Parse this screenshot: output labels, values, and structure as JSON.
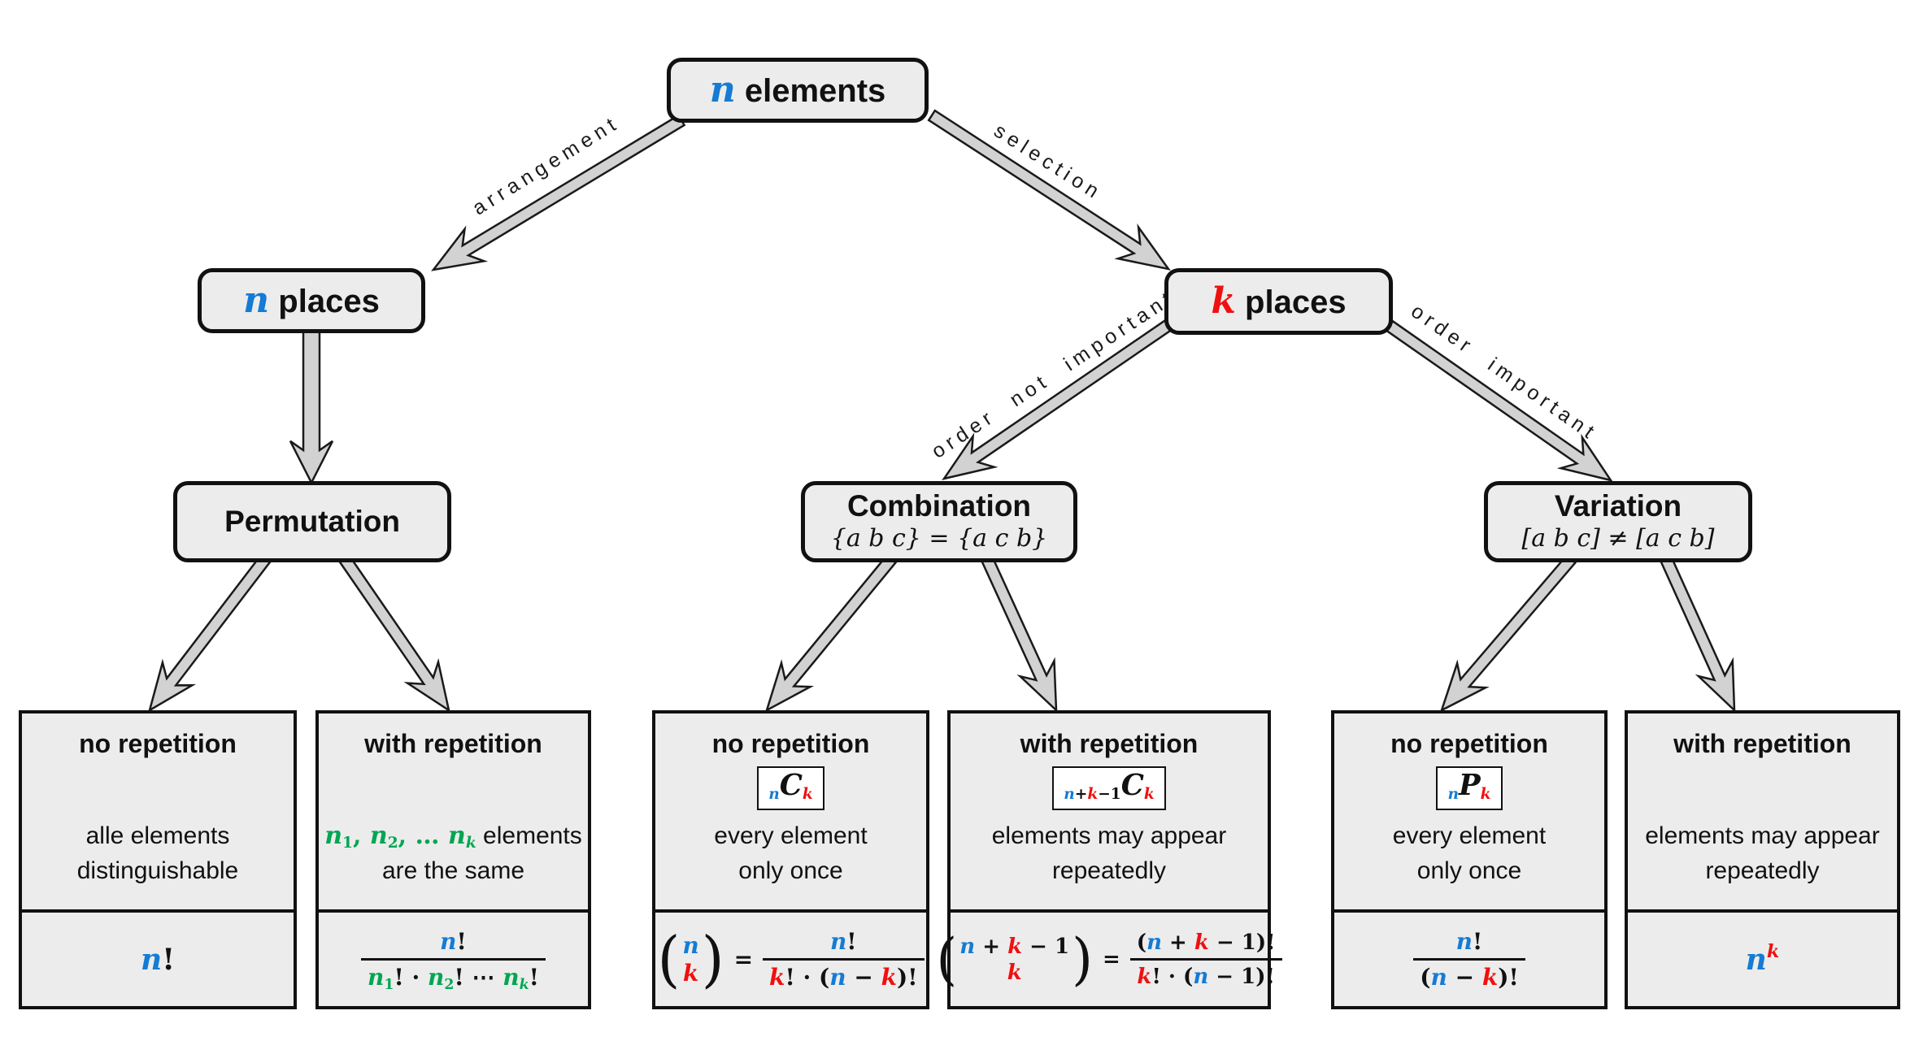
{
  "colors": {
    "blue": "#157bd4",
    "red": "#f0100f",
    "green": "#00a651",
    "text": "#111111",
    "box_fill": "#ececec",
    "box_border": "#111111",
    "arrow_fill": "#d2d2d2",
    "arrow_stroke": "#1a1a1a",
    "notation_bg": "#ffffff",
    "canvas_bg": "#ffffff"
  },
  "nodes": {
    "root": {
      "tokens": [
        {
          "t": "n",
          "c": "blue",
          "v": "it"
        },
        {
          "t": " elements",
          "c": "black",
          "v": "sans"
        }
      ]
    },
    "n_places": {
      "tokens": [
        {
          "t": "n",
          "c": "blue",
          "v": "it"
        },
        {
          "t": " places",
          "c": "black",
          "v": "sans"
        }
      ]
    },
    "k_places": {
      "tokens": [
        {
          "t": "k",
          "c": "red",
          "v": "it"
        },
        {
          "t": " places",
          "c": "black",
          "v": "sans"
        }
      ]
    },
    "permutation": {
      "title": "Permutation"
    },
    "combination": {
      "title": "Combination",
      "subtitle": "{a b c} = {a c b}"
    },
    "variation": {
      "title": "Variation",
      "subtitle": "[a b c] ≠ [a c b]"
    }
  },
  "edge_labels": {
    "arrangement": "arrangement",
    "selection": "selection",
    "order_not_important": "order not important",
    "order_important": "order important"
  },
  "leaves": [
    {
      "header": "no repetition",
      "desc": [
        "alle elements",
        "distinguishable"
      ],
      "formula_plain": [
        {
          "t": "n",
          "c": "blue",
          "v": "it"
        },
        {
          "t": "!",
          "c": "black",
          "v": "up"
        }
      ]
    },
    {
      "header": "with repetition",
      "desc_rich": [
        {
          "t": "n",
          "c": "green",
          "v": "it"
        },
        {
          "t": "1",
          "c": "green",
          "v": "up",
          "p": "sub"
        },
        {
          "t": ", ",
          "c": "green",
          "v": "up"
        },
        {
          "t": "n",
          "c": "green",
          "v": "it"
        },
        {
          "t": "2",
          "c": "green",
          "v": "up",
          "p": "sub"
        },
        {
          "t": ", … ",
          "c": "green",
          "v": "up"
        },
        {
          "t": "n",
          "c": "green",
          "v": "it"
        },
        {
          "t": "k",
          "c": "green",
          "v": "it",
          "p": "sub"
        },
        {
          "t": " elements",
          "c": "black",
          "v": "sans-reg"
        }
      ],
      "desc2": "are the same",
      "frac": {
        "num": [
          {
            "t": "n",
            "c": "blue",
            "v": "it"
          },
          {
            "t": "!",
            "c": "black",
            "v": "up"
          }
        ],
        "den": [
          {
            "t": "n",
            "c": "green",
            "v": "it"
          },
          {
            "t": "1",
            "c": "green",
            "v": "up",
            "p": "sub"
          },
          {
            "t": "! · ",
            "c": "black",
            "v": "up"
          },
          {
            "t": "n",
            "c": "green",
            "v": "it"
          },
          {
            "t": "2",
            "c": "green",
            "v": "up",
            "p": "sub"
          },
          {
            "t": "! ⋯ ",
            "c": "black",
            "v": "up"
          },
          {
            "t": "n",
            "c": "green",
            "v": "it"
          },
          {
            "t": "k",
            "c": "green",
            "v": "it",
            "p": "sub"
          },
          {
            "t": "!",
            "c": "black",
            "v": "up"
          }
        ]
      }
    },
    {
      "header": "no repetition",
      "notation": [
        {
          "t": "n",
          "c": "blue",
          "v": "it",
          "p": "sub"
        },
        {
          "t": "C",
          "c": "black",
          "v": "it"
        },
        {
          "t": "k",
          "c": "red",
          "v": "it",
          "p": "sub"
        }
      ],
      "desc": [
        "every element",
        "only once"
      ],
      "binom": {
        "lparen": "(",
        "top": [
          {
            "t": "n",
            "c": "blue",
            "v": "it"
          }
        ],
        "bot": [
          {
            "t": "k",
            "c": "red",
            "v": "it"
          }
        ],
        "rparen": ")"
      },
      "eq": "=",
      "frac": {
        "num": [
          {
            "t": "n",
            "c": "blue",
            "v": "it"
          },
          {
            "t": "!",
            "c": "black",
            "v": "up"
          }
        ],
        "den": [
          {
            "t": "k",
            "c": "red",
            "v": "it"
          },
          {
            "t": "! · (",
            "c": "black",
            "v": "up"
          },
          {
            "t": "n",
            "c": "blue",
            "v": "it"
          },
          {
            "t": " − ",
            "c": "black",
            "v": "up"
          },
          {
            "t": "k",
            "c": "red",
            "v": "it"
          },
          {
            "t": ")!",
            "c": "black",
            "v": "up"
          }
        ]
      }
    },
    {
      "header": "with repetition",
      "notation": [
        {
          "t": "n",
          "c": "blue",
          "v": "it",
          "p": "sub"
        },
        {
          "t": "+",
          "c": "black",
          "v": "up",
          "p": "sub"
        },
        {
          "t": "k",
          "c": "red",
          "v": "it",
          "p": "sub"
        },
        {
          "t": "−1",
          "c": "black",
          "v": "up",
          "p": "sub"
        },
        {
          "t": "C",
          "c": "black",
          "v": "it"
        },
        {
          "t": "k",
          "c": "red",
          "v": "it",
          "p": "sub"
        }
      ],
      "desc": [
        "elements may appear",
        "repeatedly"
      ],
      "binom": {
        "lparen": "(",
        "top": [
          {
            "t": "n",
            "c": "blue",
            "v": "it"
          },
          {
            "t": " + ",
            "c": "black",
            "v": "up"
          },
          {
            "t": "k",
            "c": "red",
            "v": "it"
          },
          {
            "t": " − 1",
            "c": "black",
            "v": "up"
          }
        ],
        "bot": [
          {
            "t": "k",
            "c": "red",
            "v": "it"
          }
        ],
        "rparen": ")"
      },
      "eq": "=",
      "frac": {
        "num": [
          {
            "t": "(",
            "c": "black",
            "v": "up"
          },
          {
            "t": "n",
            "c": "blue",
            "v": "it"
          },
          {
            "t": " + ",
            "c": "black",
            "v": "up"
          },
          {
            "t": "k",
            "c": "red",
            "v": "it"
          },
          {
            "t": " − 1",
            "c": "black",
            "v": "up"
          },
          {
            "t": ")!",
            "c": "black",
            "v": "up"
          }
        ],
        "den": [
          {
            "t": "k",
            "c": "red",
            "v": "it"
          },
          {
            "t": "! · (",
            "c": "black",
            "v": "up"
          },
          {
            "t": "n",
            "c": "blue",
            "v": "it"
          },
          {
            "t": " − 1",
            "c": "black",
            "v": "up"
          },
          {
            "t": ")!",
            "c": "black",
            "v": "up"
          }
        ]
      }
    },
    {
      "header": "no repetition",
      "notation": [
        {
          "t": "n",
          "c": "blue",
          "v": "it",
          "p": "sub"
        },
        {
          "t": "P",
          "c": "black",
          "v": "it"
        },
        {
          "t": "k",
          "c": "red",
          "v": "it",
          "p": "sub"
        }
      ],
      "desc": [
        "every element",
        "only once"
      ],
      "frac": {
        "num": [
          {
            "t": "n",
            "c": "blue",
            "v": "it"
          },
          {
            "t": "!",
            "c": "black",
            "v": "up"
          }
        ],
        "den": [
          {
            "t": "(",
            "c": "black",
            "v": "up"
          },
          {
            "t": "n",
            "c": "blue",
            "v": "it"
          },
          {
            "t": " − ",
            "c": "black",
            "v": "up"
          },
          {
            "t": "k",
            "c": "red",
            "v": "it"
          },
          {
            "t": ")!",
            "c": "black",
            "v": "up"
          }
        ]
      }
    },
    {
      "header": "with repetition",
      "desc": [
        "elements may appear",
        "repeatedly"
      ],
      "formula_plain": [
        {
          "t": "n",
          "c": "blue",
          "v": "it"
        },
        {
          "t": "k",
          "c": "red",
          "v": "it",
          "p": "sup"
        }
      ]
    }
  ]
}
